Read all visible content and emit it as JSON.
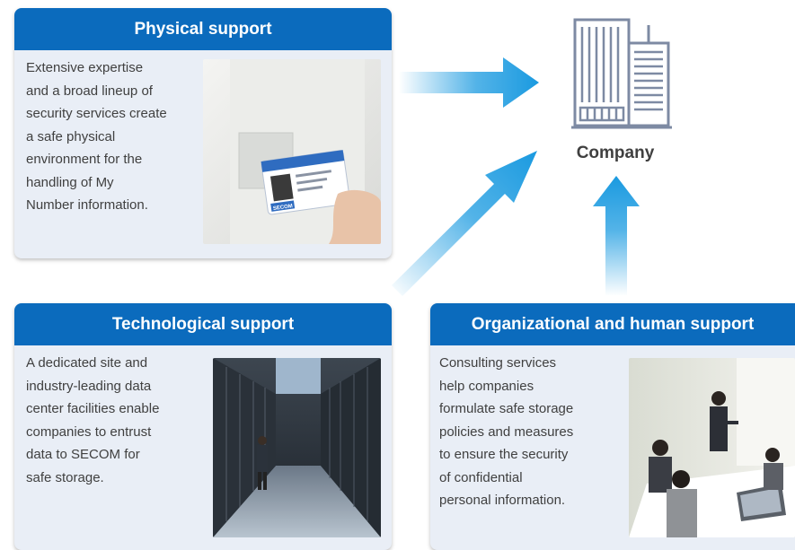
{
  "panels": {
    "physical": {
      "title": "Physical support",
      "lines": [
        "Extensive expertise",
        "and a broad lineup of",
        "security services create",
        "a safe physical",
        "environment for the",
        "handling of My",
        "Number information."
      ],
      "photo_icon": "id-card-reader-photo",
      "card_logo": "SECOM"
    },
    "technological": {
      "title": "Technological support",
      "lines": [
        "A dedicated site and",
        "industry-leading data",
        "center facilities enable",
        "companies to entrust",
        "data to SECOM for",
        "safe storage."
      ],
      "photo_icon": "data-center-photo"
    },
    "organizational": {
      "title": "Organizational and human support",
      "lines": [
        "Consulting services",
        "help companies",
        "formulate safe storage",
        "policies and measures",
        "to ensure the security",
        "of confidential",
        "personal information."
      ],
      "photo_icon": "business-meeting-photo"
    }
  },
  "company": {
    "label": "Company",
    "icon": "office-building-icon"
  },
  "colors": {
    "header_blue": "#0b6bbd",
    "panel_bg": "#e9eef6",
    "arrow_blue": "#1a9ae0",
    "text_gray": "#404040",
    "icon_gray": "#7d8aa3"
  }
}
